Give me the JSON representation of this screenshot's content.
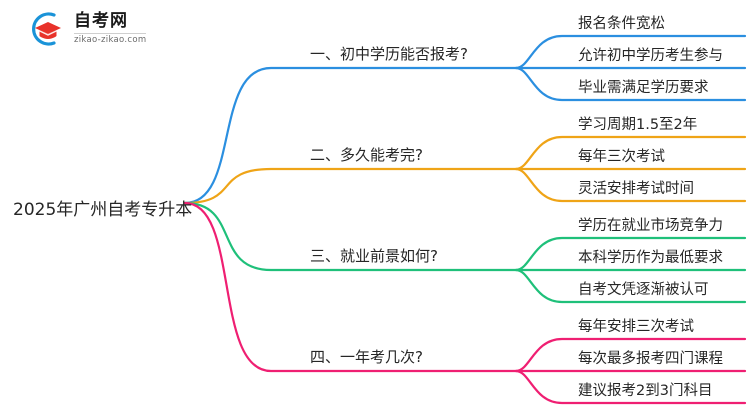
{
  "logo": {
    "mark_icon": "circular-arc-graduation-cap-icon",
    "title": "自考网",
    "domain": "zikao-zikao.com",
    "arc_color": "#1a93d8",
    "cap_color": "#e8322a"
  },
  "mindmap": {
    "root": {
      "label": "2025年广州自考专升本"
    },
    "branches": [
      {
        "label": "一、初中学历能否报考?",
        "color": "#2b8fe0",
        "children": [
          {
            "label": "报名条件宽松"
          },
          {
            "label": "允许初中学历考生参与"
          },
          {
            "label": "毕业需满足学历要求"
          }
        ]
      },
      {
        "label": "二、多久能考完?",
        "color": "#efa417",
        "children": [
          {
            "label": "学习周期1.5至2年"
          },
          {
            "label": "每年三次考试"
          },
          {
            "label": "灵活安排考试时间"
          }
        ]
      },
      {
        "label": "三、就业前景如何?",
        "color": "#1fc07a",
        "children": [
          {
            "label": "学历在就业市场竞争力"
          },
          {
            "label": "本科学历作为最低要求"
          },
          {
            "label": "自考文凭逐渐被认可"
          }
        ]
      },
      {
        "label": "四、一年考几次?",
        "color": "#ef1f72",
        "children": [
          {
            "label": "每年安排三次考试"
          },
          {
            "label": "每次最多报考四门课程"
          },
          {
            "label": "建议报考2到3门科目"
          }
        ]
      }
    ]
  }
}
